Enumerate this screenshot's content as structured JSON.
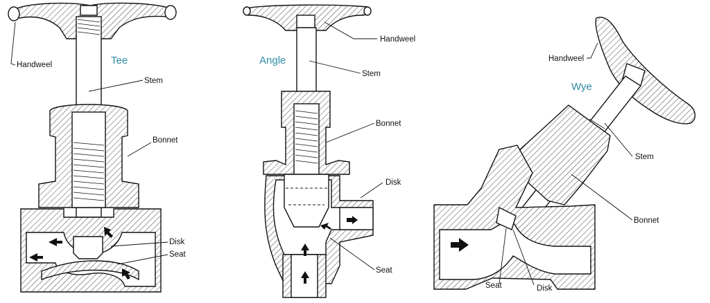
{
  "colors": {
    "title": "#2f8aa6",
    "line": "#111111",
    "hatch": "#444444"
  },
  "tee": {
    "title": "Tee",
    "labels": {
      "handwheel": "Handweel",
      "stem": "Stem",
      "bonnet": "Bonnet",
      "disk": "Disk",
      "seat": "Seat"
    }
  },
  "angle": {
    "title": "Angle",
    "labels": {
      "handwheel": "Handweel",
      "stem": "Stem",
      "bonnet": "Bonnet",
      "disk": "Disk",
      "seat": "Seat"
    }
  },
  "wye": {
    "title": "Wye",
    "labels": {
      "handwheel": "Handweel",
      "stem": "Stem",
      "bonnet": "Bonnet",
      "seat": "Seat",
      "disk": "Disk"
    }
  }
}
